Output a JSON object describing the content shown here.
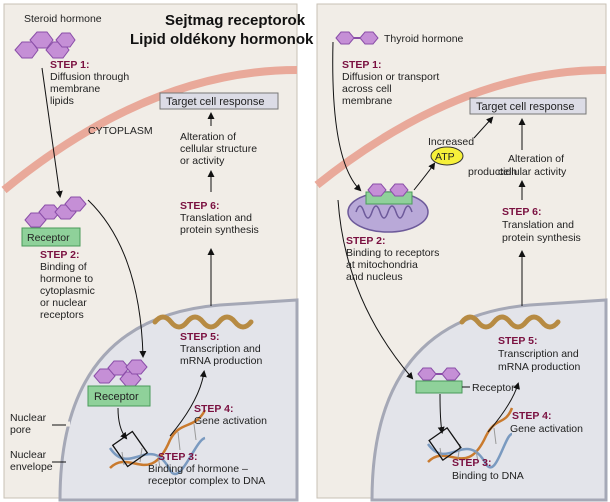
{
  "title": {
    "line1": "Sejtmag receptorok",
    "line2": "Lipid oldékony hormonok"
  },
  "left": {
    "hormone_label": "Steroid hormone",
    "cytoplasm_label": "CYTOPLASM",
    "step1": {
      "title": "STEP 1:",
      "lines": [
        "Diffusion through",
        "membrane",
        "lipids"
      ]
    },
    "receptor_label": "Receptor",
    "step2": {
      "title": "STEP 2:",
      "lines": [
        "Binding of",
        "hormone to",
        "cytoplasmic",
        "or nuclear",
        "receptors"
      ]
    },
    "response_label": "Target cell response",
    "alteration": [
      "Alteration of",
      "cellular structure",
      "or activity"
    ],
    "step6": {
      "title": "STEP 6:",
      "lines": [
        "Translation and",
        "protein synthesis"
      ]
    },
    "step5": {
      "title": "STEP 5:",
      "lines": [
        "Transcription and",
        "mRNA production"
      ]
    },
    "nuclear_receptor_label": "Receptor",
    "step4": {
      "title": "STEP 4:",
      "lines": [
        "Gene activation"
      ]
    },
    "step3": {
      "title": "STEP 3:",
      "lines": [
        "Binding of hormone –",
        "receptor complex to DNA"
      ]
    },
    "nuclear_pore": [
      "Nuclear",
      "pore"
    ],
    "nuclear_envelope": [
      "Nuclear",
      "envelope"
    ]
  },
  "right": {
    "hormone_label": "Thyroid hormone",
    "step1": {
      "title": "STEP 1:",
      "lines": [
        "Diffusion or transport",
        "across cell",
        "membrane"
      ]
    },
    "response_label": "Target cell response",
    "increased_atp": [
      "Increased",
      "production"
    ],
    "atp_label": "ATP",
    "alteration": [
      "Alteration of",
      "cellular activity"
    ],
    "step2": {
      "title": "STEP 2:",
      "lines": [
        "Binding to receptors",
        "at mitochondria",
        "and nucleus"
      ]
    },
    "step6": {
      "title": "STEP 6:",
      "lines": [
        "Translation and",
        "protein synthesis"
      ]
    },
    "step5": {
      "title": "STEP 5:",
      "lines": [
        "Transcription and",
        "mRNA production"
      ]
    },
    "receptor_label": "Receptor",
    "step4": {
      "title": "STEP 4:",
      "lines": [
        "Gene activation"
      ]
    },
    "step3": {
      "title": "STEP 3:",
      "lines": [
        "Binding to DNA"
      ]
    }
  },
  "colors": {
    "panel": "#f1ede7",
    "membrane": "#e9a99a",
    "hormone": "#c58fd6",
    "receptor": "#8fd19a",
    "nucleus": "#e3e4ea",
    "mrna": "#b78b43",
    "atp": "#f6f03a",
    "step": "#7a1040"
  }
}
